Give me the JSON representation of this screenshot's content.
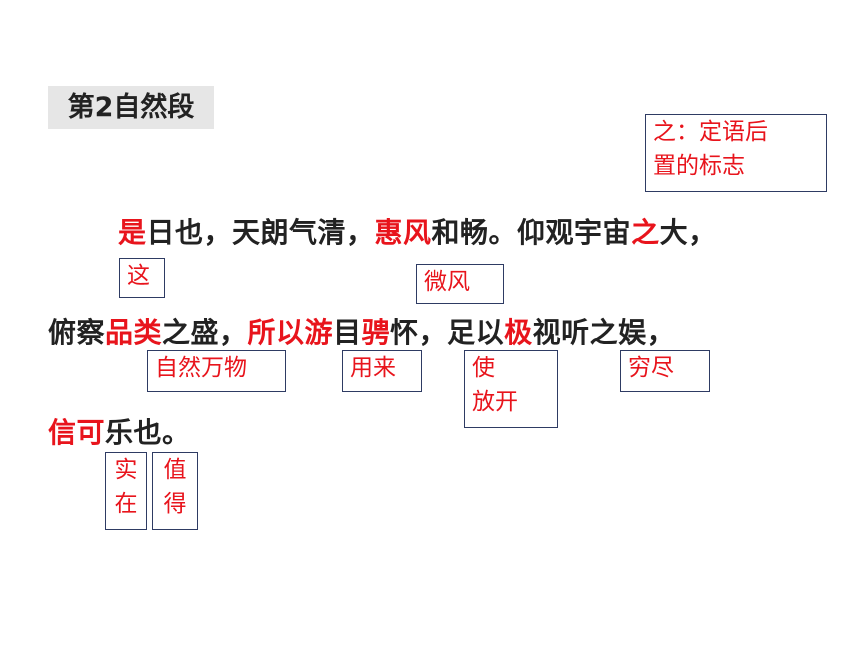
{
  "heading": "第2自然段",
  "note_top": {
    "line1": "之：定语后",
    "line2": "置的标志"
  },
  "line1": {
    "p1": "是",
    "p2": "日也，天朗气清，",
    "p3": "惠风",
    "p4": "和畅。仰观宇宙",
    "p5": "之",
    "p6": "大，"
  },
  "line2": {
    "p1": "俯察",
    "p2": "品类",
    "p3": "之盛，",
    "p4": "所以游",
    "p5": "目",
    "p6": "骋",
    "p7": "怀，足以",
    "p8": "极",
    "p9": "视听之娱，"
  },
  "line3": {
    "p1": "信可",
    "p2": "乐也。"
  },
  "notes": {
    "zhe": "这",
    "weifeng": "微风",
    "ziranwanwu": "自然万物",
    "yonglai": "用来",
    "shi": "使",
    "fangkai": "放开",
    "qiongjin": "穷尽",
    "shi2": "实",
    "zai": "在",
    "zhi": "值",
    "de": "得"
  }
}
